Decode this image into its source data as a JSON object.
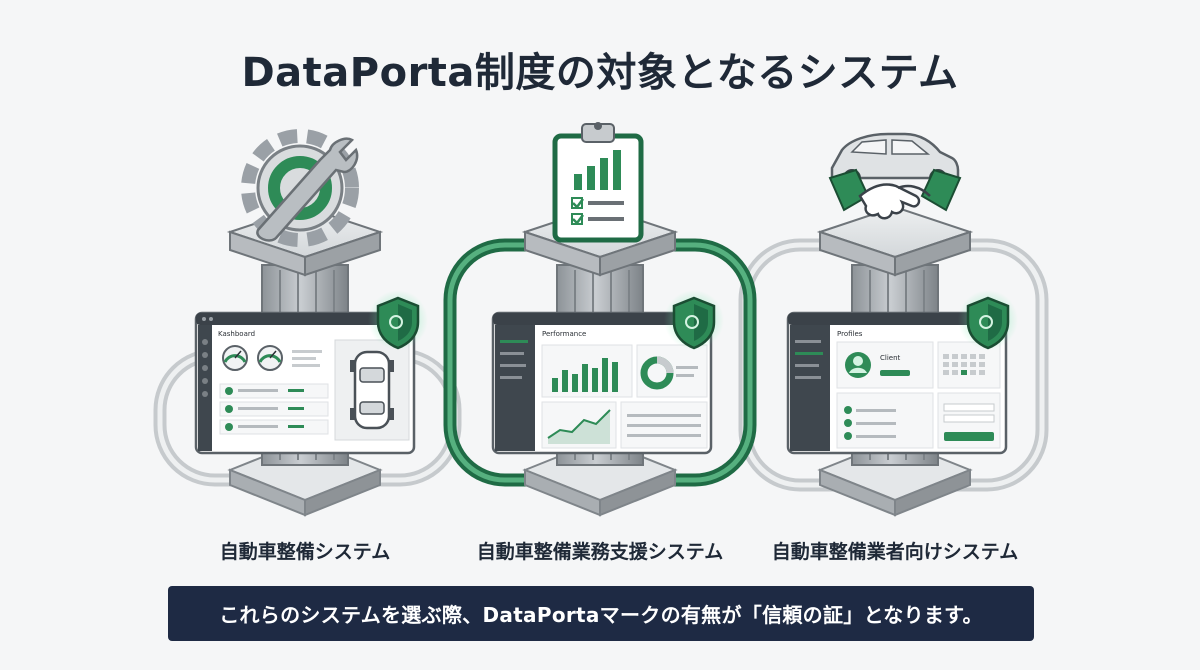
{
  "title": "DataPorta制度の対象となるシステム",
  "systems": [
    {
      "caption": "自動車整備システム",
      "screen_title": "Kashboard",
      "top_icon": "gear-wrench-icon"
    },
    {
      "caption": "自動車整備業務支援システム",
      "screen_title": "Performance",
      "top_icon": "clipboard-chart-icon"
    },
    {
      "caption": "自動車整備業者向けシステム",
      "screen_title": "Profiles",
      "top_icon": "car-handshake-icon",
      "profile_name": "Client"
    }
  ],
  "banner": "これらのシステムを選ぶ際、DataPortaマークの有無が「信頼の証」となります。",
  "colors": {
    "accent_green": "#2e8b57",
    "dark_green": "#1f6b45",
    "banner_bg": "#1e2a44",
    "title_text": "#1f2937",
    "pillar_grey": "#9aa0a6"
  }
}
